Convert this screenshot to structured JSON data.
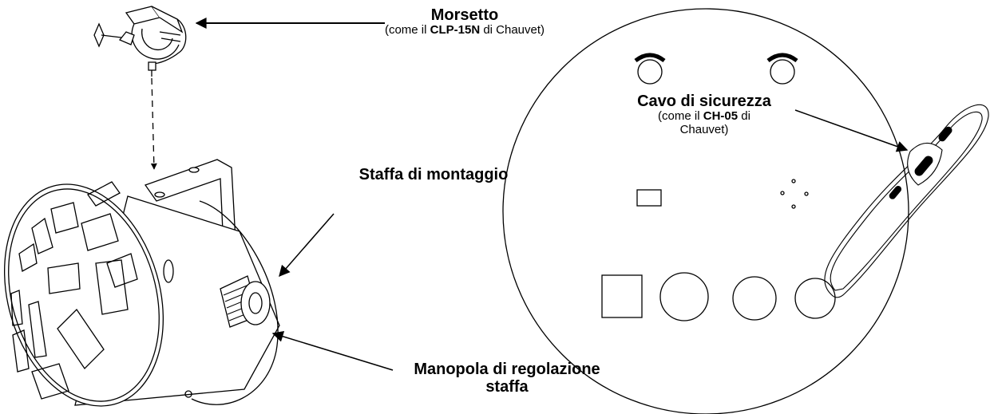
{
  "labels": {
    "clamp": {
      "title": "Morsetto",
      "sub_prefix": "(come il ",
      "sub_bold": "CLP-15N",
      "sub_suffix": " di Chauvet)"
    },
    "bracket": {
      "title": "Staffa di montaggio"
    },
    "knob": {
      "line1": "Manopola di regolazione",
      "line2": "staffa"
    },
    "safety_cable": {
      "title": "Cavo di sicurezza",
      "sub_prefix": "(come il ",
      "sub_bold": "CH-05",
      "sub_suffix": " di",
      "sub_line2": "Chauvet)"
    }
  },
  "icons": [
    "clamp-icon",
    "fixture-icon",
    "mounting-bracket-icon",
    "adjustment-knob-icon",
    "fixture-rear-panel-icon",
    "safety-cable-icon"
  ],
  "colors": {
    "line": "#000000",
    "background": "#ffffff"
  }
}
